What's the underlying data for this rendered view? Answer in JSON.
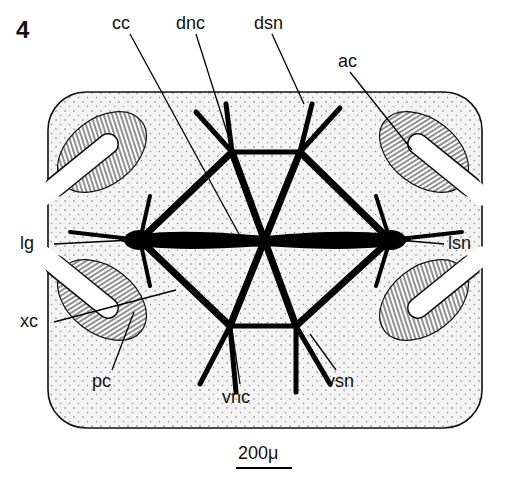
{
  "diagram": {
    "labels": [
      "4",
      "cc",
      "dnc",
      "dsn",
      "ac",
      "lg",
      "lsn",
      "xc",
      "pc",
      "vnc",
      "vsn",
      "200μ"
    ]
  }
}
